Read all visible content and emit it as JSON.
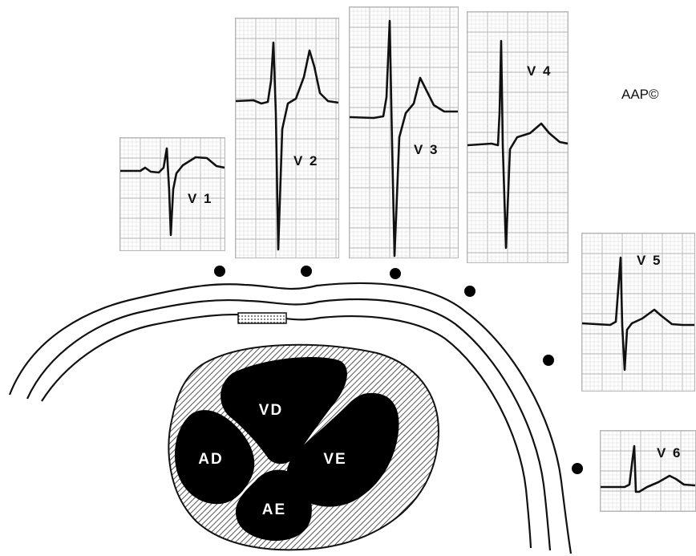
{
  "copyright": "AAP©",
  "leads": [
    {
      "id": "v1",
      "label": "V 1"
    },
    {
      "id": "v2",
      "label": "V 2"
    },
    {
      "id": "v3",
      "label": "V 3"
    },
    {
      "id": "v4",
      "label": "V 4"
    },
    {
      "id": "v5",
      "label": "V 5"
    },
    {
      "id": "v6",
      "label": "V 6"
    }
  ],
  "chambers": {
    "right_ventricle": "VD",
    "right_atrium": "AD",
    "left_ventricle": "VE",
    "left_atrium": "AE"
  },
  "colors": {
    "ink": "#111111",
    "grid_minor": "#d9d9d9",
    "grid_major": "#b3b3b3",
    "paper": "#ffffff",
    "hatch": "#555555"
  }
}
